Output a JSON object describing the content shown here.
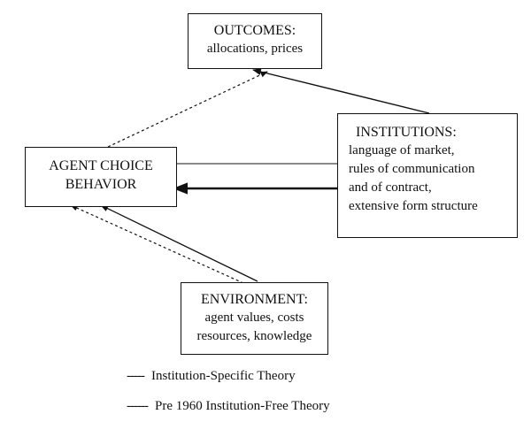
{
  "outcomes": {
    "title": "OUTCOMES:",
    "line1": "allocations, prices"
  },
  "agent": {
    "line1": "AGENT CHOICE",
    "line2": "BEHAVIOR"
  },
  "institutions": {
    "title": "INSTITUTIONS:",
    "lines": [
      "language of market,",
      "rules of communication",
      "and of contract,",
      "extensive form structure"
    ]
  },
  "environment": {
    "title": "ENVIRONMENT:",
    "line1": "agent values, costs",
    "line2": "resources, knowledge"
  },
  "legend": {
    "specific_marker": "-----",
    "specific": "Institution-Specific Theory",
    "free_marker": "------",
    "free": "Pre 1960 Institution-Free Theory"
  }
}
